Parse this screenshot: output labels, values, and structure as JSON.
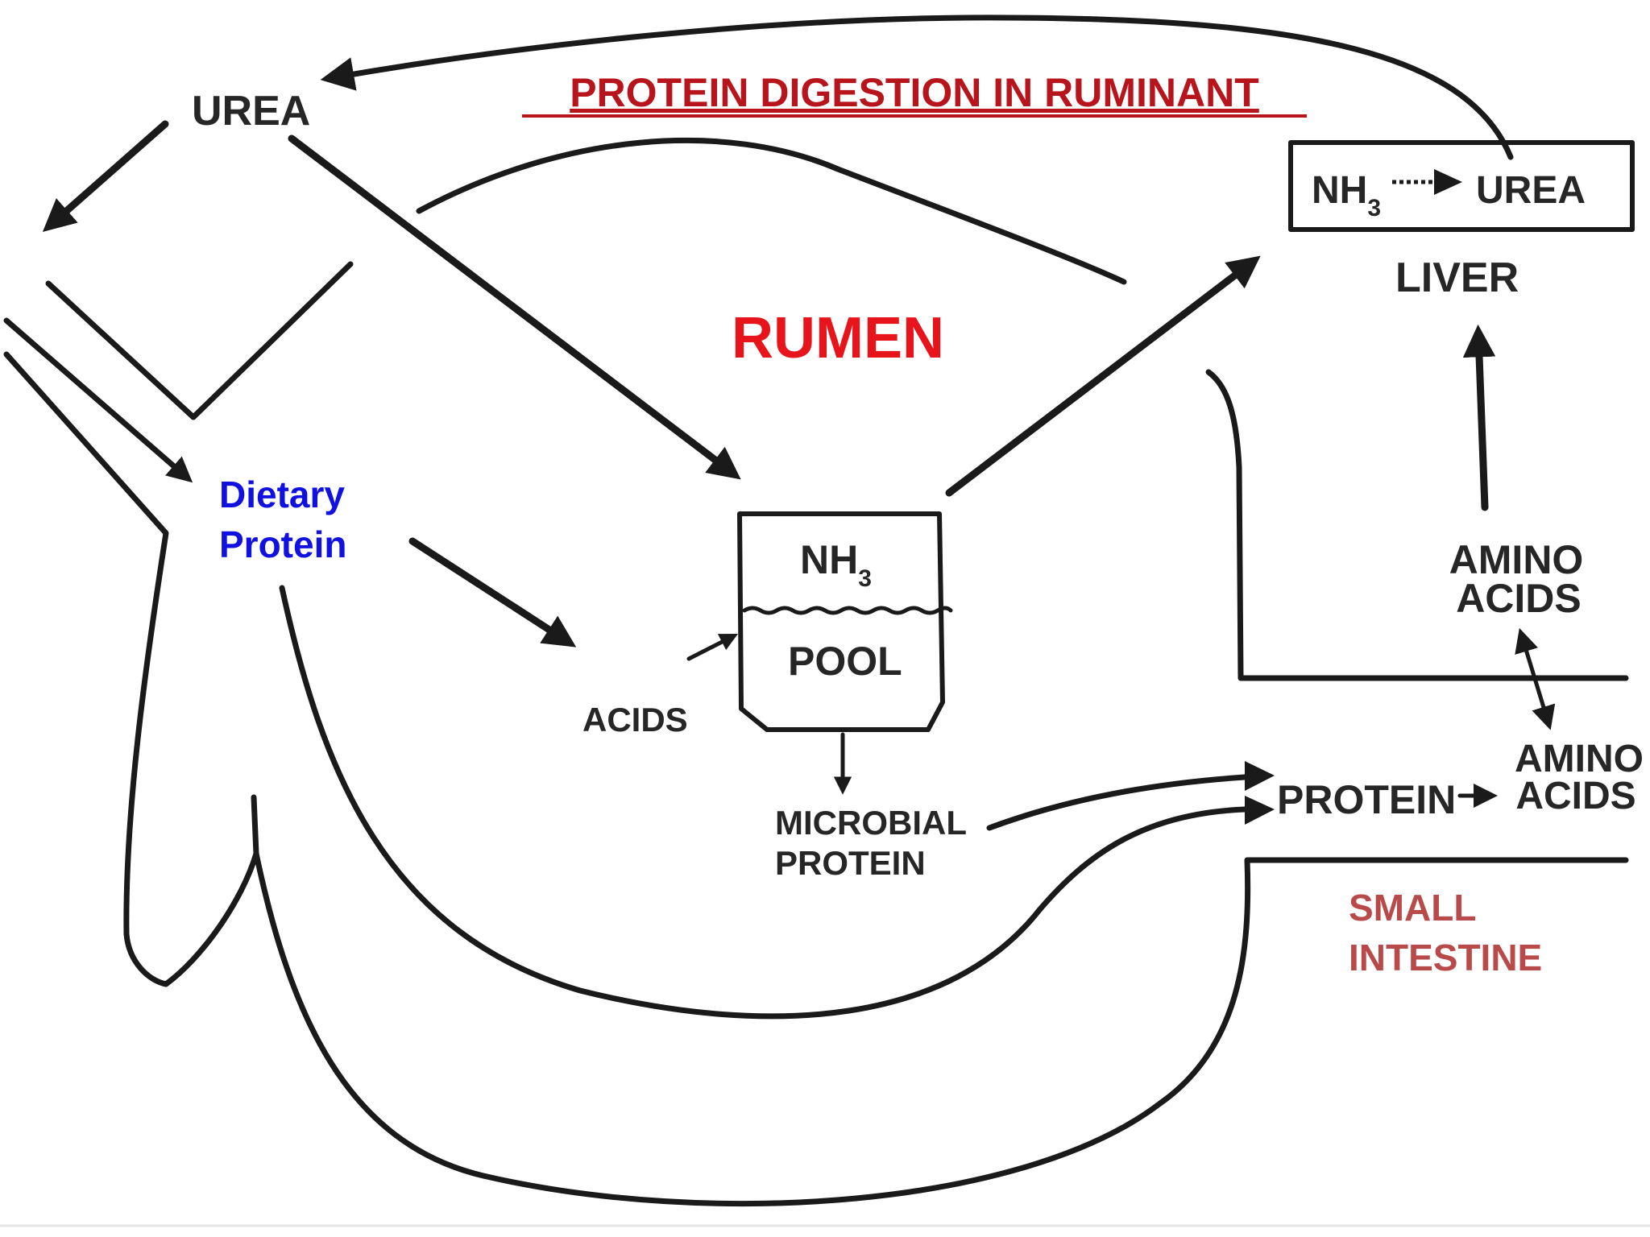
{
  "title": "PROTEIN DIGESTION IN RUMINANT",
  "colors": {
    "title": "#b8141c",
    "rumen": "#e8141c",
    "dietary": "#1010e0",
    "intestine": "#b84a4a",
    "ink": "#1a1a1a"
  },
  "labels": {
    "urea_top": "UREA",
    "rumen": "RUMEN",
    "dietary_line1": "Dietary",
    "dietary_line2": "Protein",
    "acids": "ACIDS",
    "pool_nh": "NH",
    "pool_sub": "3",
    "pool": "POOL",
    "microbial_line1": "MICROBIAL",
    "microbial_line2": "PROTEIN",
    "liver_nh": "NH",
    "liver_sub": "3",
    "liver_urea": "UREA",
    "liver": "LIVER",
    "amino_upper_line1": "AMINO",
    "amino_upper_line2": "ACIDS",
    "protein": "PROTEIN",
    "amino_lower_line1": "AMINO",
    "amino_lower_line2": "ACIDS",
    "small_line1": "SMALL",
    "small_line2": "INTESTINE"
  }
}
